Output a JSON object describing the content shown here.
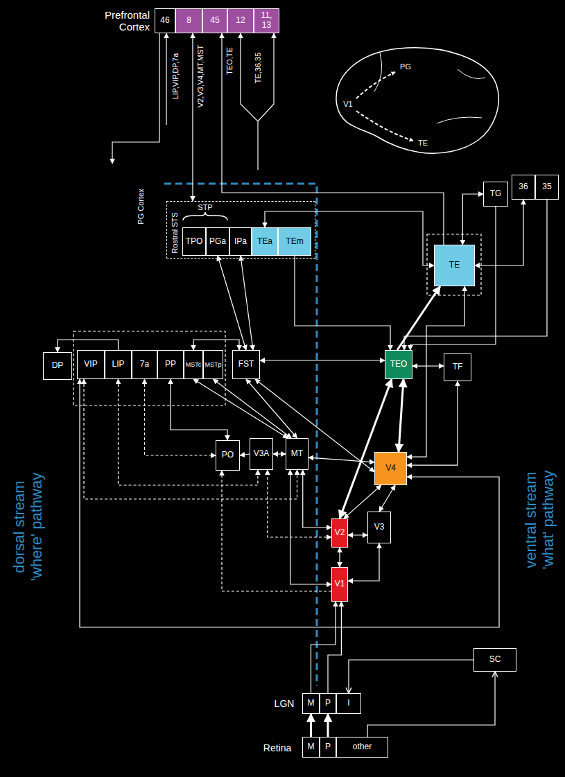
{
  "diagram": {
    "nodes": [
      {
        "text": [
          "46"
        ]
      },
      {
        "text": [
          "8"
        ]
      },
      {
        "text": [
          "45"
        ]
      },
      {
        "text": [
          "12"
        ]
      },
      {
        "text": [
          "11, 13"
        ]
      },
      {
        "text": [
          "Rostral STS"
        ]
      },
      {
        "text": [
          "TPO"
        ],
        "in": 5
      },
      {
        "text": [
          "PGa"
        ],
        "in": 5
      },
      {
        "text": [
          "IPa"
        ],
        "in": 5
      },
      {
        "text": [
          "TEa"
        ],
        "in": 5
      },
      {
        "text": [
          "TEm"
        ],
        "in": 5
      },
      {
        "text": [
          "TG"
        ]
      },
      {
        "text": [
          "36"
        ]
      },
      {
        "text": [
          "35"
        ]
      },
      {
        "text": [
          "TE"
        ]
      },
      {
        "text": [
          "DP"
        ]
      },
      {
        "text": [
          "VIP"
        ]
      },
      {
        "text": [
          "LIP"
        ]
      },
      {
        "text": [
          "7a"
        ]
      },
      {
        "text": [
          "PP"
        ]
      },
      {
        "text": [
          "MSTc"
        ]
      },
      {
        "text": [
          "MSTp"
        ]
      },
      {
        "text": [
          "FST"
        ]
      },
      {
        "text": [
          "TEO"
        ]
      },
      {
        "text": [
          "TF"
        ]
      },
      {
        "text": [
          "PO"
        ]
      },
      {
        "text": [
          "V3A"
        ]
      },
      {
        "text": [
          "MT"
        ]
      },
      {
        "text": [
          "V4"
        ]
      },
      {
        "text": [
          "V2"
        ]
      },
      {
        "text": [
          "V3"
        ]
      },
      {
        "text": [
          "V1"
        ]
      },
      {
        "text": [
          "M"
        ]
      },
      {
        "text": [
          "P"
        ]
      },
      {
        "text": [
          "I"
        ]
      },
      {
        "text": [
          "SC"
        ]
      },
      {
        "text": [
          "M"
        ]
      },
      {
        "text": [
          "P"
        ]
      },
      {
        "text": [
          "other"
        ]
      }
    ],
    "edges": [
      {
        "from": 36,
        "to": 32,
        "arrow": "to"
      },
      {
        "from": 37,
        "to": 33,
        "arrow": "to"
      },
      {
        "from": 38,
        "to": 35,
        "arrow": "to"
      },
      {
        "from": 35,
        "to": 34,
        "arrow": "to"
      },
      {
        "from": 32,
        "to": 31,
        "arrow": "to"
      },
      {
        "from": 33,
        "to": 31,
        "arrow": "to"
      },
      {
        "from": 31,
        "to": 29,
        "arrow": "both"
      },
      {
        "from": 29,
        "to": 30,
        "arrow": "both"
      },
      {
        "from": 31,
        "to": 30,
        "arrow": "both"
      },
      {
        "from": 29,
        "to": 28,
        "arrow": "both"
      },
      {
        "from": 30,
        "to": 28,
        "arrow": "both"
      },
      {
        "from": 27,
        "to": 28,
        "arrow": "both"
      },
      {
        "from": 29,
        "to": 27,
        "arrow": "both"
      },
      {
        "from": 31,
        "to": 27,
        "arrow": "both"
      },
      {
        "from": 29,
        "to": 23,
        "arrow": "both"
      },
      {
        "from": 28,
        "to": 23,
        "arrow": "both"
      },
      {
        "from": 23,
        "to": 14,
        "arrow": "to"
      },
      {
        "from": 28,
        "to": 14,
        "arrow": "both"
      },
      {
        "from": 24,
        "to": 23,
        "arrow": "both"
      },
      {
        "from": 24,
        "to": 28,
        "arrow": "both"
      },
      {
        "from": 22,
        "to": 23,
        "arrow": "both"
      },
      {
        "from": 22,
        "to": 28,
        "arrow": "both"
      },
      {
        "from": 22,
        "to": 27,
        "arrow": "both"
      },
      {
        "from": 26,
        "to": 25,
        "arrow": "to"
      },
      {
        "from": 27,
        "to": 26,
        "arrow": "both"
      },
      {
        "from": 27,
        "to": 21,
        "arrow": "both"
      },
      {
        "from": 27,
        "to": 20,
        "arrow": "both"
      },
      {
        "from": 22,
        "to": 20,
        "arrow": "both"
      },
      {
        "from": 22,
        "to": 7,
        "arrow": "both"
      },
      {
        "from": 22,
        "to": 8,
        "arrow": "both"
      },
      {
        "from": 10,
        "to": 23,
        "arrow": "to"
      },
      {
        "from": 9,
        "to": 14,
        "arrow": "both"
      },
      {
        "from": 14,
        "to": 11,
        "arrow": "both"
      },
      {
        "from": 14,
        "to": 12,
        "arrow": "both"
      },
      {
        "from": 13,
        "to": 23,
        "arrow": "to"
      },
      {
        "from": 11,
        "to": 23,
        "arrow": "to"
      },
      {
        "from": 16,
        "to": 27,
        "arrow": "both"
      },
      {
        "from": 17,
        "to": 26,
        "arrow": "both"
      },
      {
        "from": 18,
        "to": 25,
        "arrow": "both"
      },
      {
        "from": 19,
        "to": 25,
        "arrow": "both"
      },
      {
        "from": 31,
        "to": 25,
        "arrow": "to"
      },
      {
        "from": 29,
        "to": 26,
        "arrow": "both"
      },
      {
        "from": 16,
        "to": 28,
        "arrow": "both"
      },
      {
        "from": 17,
        "to": 15,
        "arrow": "to"
      },
      {
        "from": 5,
        "to": 1,
        "arrow": "both",
        "label": "V2,V3,V4,MT,MST"
      },
      {
        "from": 14,
        "to": 2,
        "arrow": "to",
        "label": "TEO,TE"
      }
    ],
    "labels": [
      "Prefrontal Cortex",
      "LIP,VIP,DP,7a",
      "TE,36,35",
      "PG Cortex",
      "STP",
      "PG",
      "V1",
      "TE",
      "LGN",
      "Retina",
      "dorsal stream 'where' pathway",
      "ventral stream 'what' pathway"
    ]
  }
}
